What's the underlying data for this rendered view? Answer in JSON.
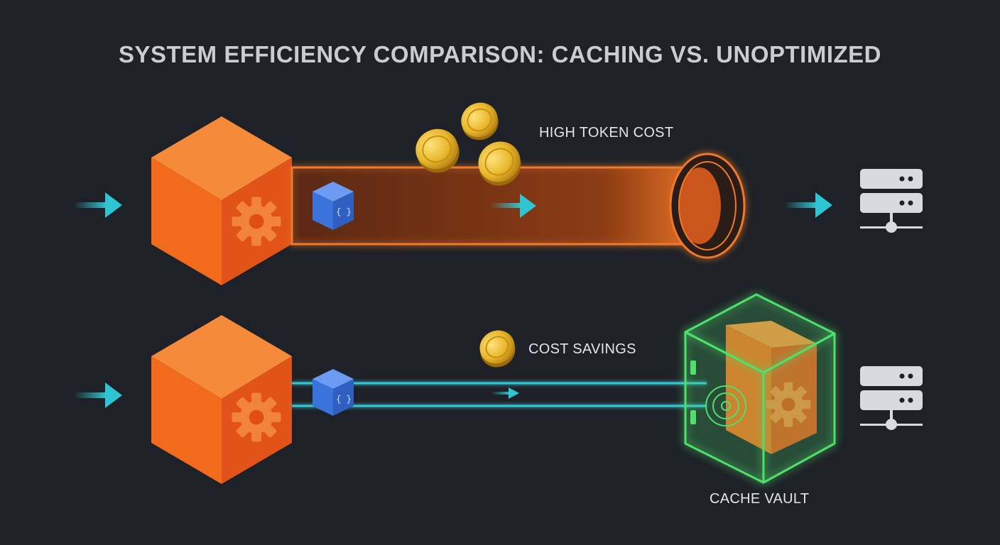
{
  "title": "SYSTEM EFFICIENCY COMPARISON: CACHING VS. UNOPTIMIZED",
  "labels": {
    "high_cost": "HIGH TOKEN COST",
    "savings": "COST SAVINGS",
    "vault": "CACHE VAULT"
  },
  "payload_glyph": "{ }",
  "colors": {
    "background": "#1e2127",
    "cube_orange": "#f26a1b",
    "pipe_orange": "#f07a2a",
    "cache_cyan": "#35c6d6",
    "arrow_cyan": "#2ec5d3",
    "vault_green": "#4ee06a",
    "coin_gold": "#e8b72c",
    "server_gray": "#d7dade",
    "payload_blue": "#3b73dc"
  },
  "icons": [
    "gear-icon",
    "coin-icon",
    "server-icon",
    "arrow-right-icon",
    "vault-dial-icon"
  ]
}
